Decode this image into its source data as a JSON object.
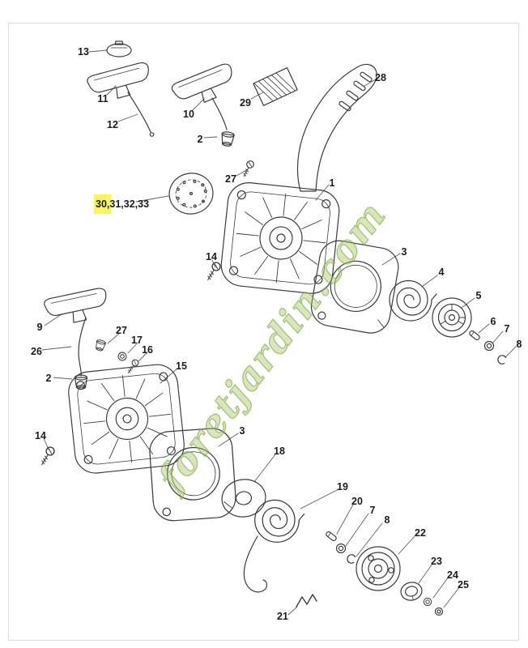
{
  "page": {
    "background": "#ffffff",
    "frame_border_color": "#dcdcdc"
  },
  "watermark": {
    "text": "foretjardin.com",
    "color": "#9ab84c"
  },
  "highlight": {
    "color": "#f8f75a",
    "note": "yellow highlight behind group label"
  },
  "diagram": {
    "description": "Exploded-view parts drawing of a rewind starter assembly",
    "labels": {
      "p1": "1",
      "p2": "2",
      "p3": "3",
      "p4": "4",
      "p5": "5",
      "p6": "6",
      "p7": "7",
      "p8": "8",
      "p9": "9",
      "p10": "10",
      "p11": "11",
      "p12": "12",
      "p13": "13",
      "p14": "14",
      "p15": "15",
      "p16": "16",
      "p17": "17",
      "p18": "18",
      "p19": "19",
      "p20": "20",
      "p21": "21",
      "p22": "22",
      "p23": "23",
      "p24": "24",
      "p25": "25",
      "p26": "26",
      "p27": "27",
      "p28": "28",
      "p29": "29",
      "group": "30,31,32,33"
    }
  }
}
